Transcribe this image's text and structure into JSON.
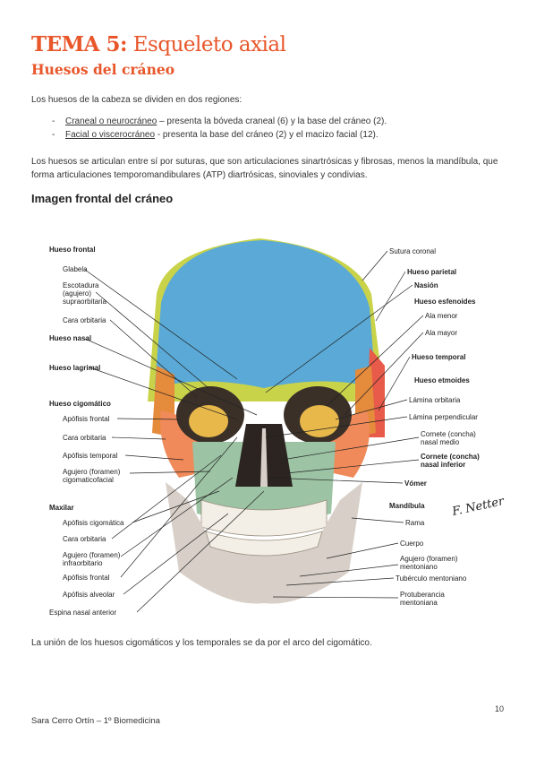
{
  "header": {
    "title_strong": "TEMA 5:",
    "title_rest": "Esqueleto axial",
    "subtitle": "Huesos del cráneo"
  },
  "intro": {
    "text": "Los huesos de la cabeza se dividen en dos regiones:",
    "bullets": [
      {
        "term": "Craneal o neurocráneo",
        "desc": " – presenta la bóveda craneal (6) y la base del cráneo (2)."
      },
      {
        "term": "Facial o viscerocráneo",
        "desc": " -  presenta la base del cráneo (2) y el macizo facial (12)."
      }
    ]
  },
  "joints_text": "Los huesos se articulan entre sí por suturas, que son articulaciones sinartrósicas y fibrosas, menos la mandíbula, que forma articulaciones temporomandibulares (ATP) diartrósicas, sinoviales y condivias.",
  "section_title": "Imagen frontal del cráneo",
  "figure": {
    "left_labels": {
      "hueso_frontal": "Hueso frontal",
      "glabela": "Glabela",
      "escotadura": "Escotadura\n(agujero)\nsupraorbitaria",
      "cara_orbitaria": "Cara orbitaria",
      "hueso_nasal": "Hueso nasal",
      "hueso_lagrimal": "Hueso lagrimal",
      "hueso_cigomatico": "Hueso cigomático",
      "apofisis_frontal": "Apófisis frontal",
      "cara_orbitaria_2": "Cara orbitaria",
      "apofisis_temporal": "Apófisis temporal",
      "agujero_cigomatico": "Agujero (foramen)\ncigomaticofacial",
      "maxilar": "Maxilar",
      "apofisis_cigomatica": "Apófisis cigomática",
      "cara_orbitaria_3": "Cara orbitaria",
      "agujero_infraorbitario": "Agujero (foramen)\ninfraorbitario",
      "apofisis_frontal_2": "Apófisis frontal",
      "apofisis_alveolar": "Apófisis alveolar",
      "espina_nasal": "Espina nasal anterior"
    },
    "right_labels": {
      "sutura_coronal": "Sutura coronal",
      "hueso_parietal": "Hueso parietal",
      "nasion": "Nasión",
      "hueso_esfenoides": "Hueso esfenoides",
      "ala_menor": "Ala menor",
      "ala_mayor": "Ala mayor",
      "hueso_temporal": "Hueso temporal",
      "hueso_etmoides": "Hueso etmoides",
      "lamina_orbitaria": "Lámina orbitaria",
      "lamina_perpendicular": "Lámina perpendicular",
      "cornete_medio": "Cornete (concha)\nnasal medio",
      "cornete_inferior": "Cornete (concha)\nnasal inferior",
      "vomer": "Vómer",
      "mandibula": "Mandíbula",
      "rama": "Rama",
      "cuerpo": "Cuerpo",
      "agujero_mentoniano": "Agujero (foramen)\nmentoniano",
      "tuberculo": "Tubérculo mentoniano",
      "protuberancia": "Protuberancia\nmentoniana"
    },
    "signature": "F. Netter",
    "colors": {
      "frontal": "#5aa9d6",
      "parietal": "#c9d34a",
      "sphenoid": "#e58b3c",
      "temporal": "#e85a4a",
      "zygomatic": "#f08a5a",
      "maxilla": "#9cc3a3",
      "mandible": "#d8d0c8",
      "ethmoid": "#e8b84a",
      "teeth": "#f3efe6"
    }
  },
  "closing_text": "La unión de los huesos cigomáticos y los temporales se da por el arco del cigomático.",
  "page_number": "10",
  "footer": "Sara Cerro Ortín – 1º Biomedicina"
}
